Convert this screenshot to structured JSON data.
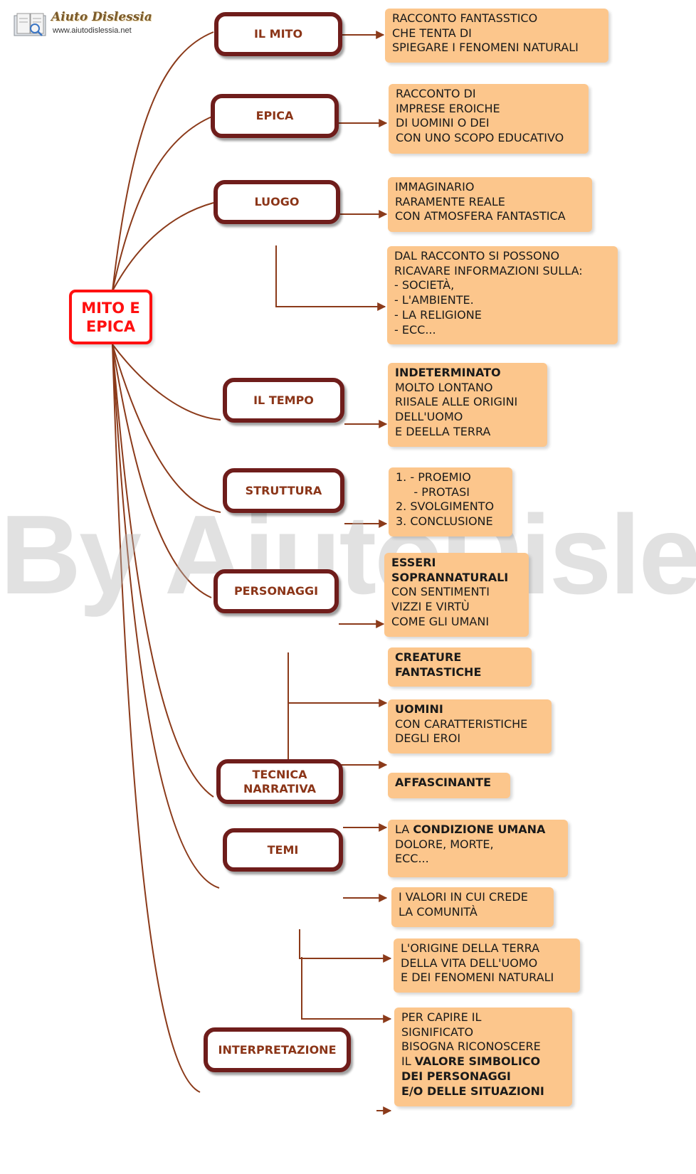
{
  "logo": {
    "title": "Aiuto Dislessia",
    "url": "www.aiutodislessia.net",
    "icon": "book-icon"
  },
  "watermark": "By AiutoDislessia.net",
  "colors": {
    "root": "#ff1010",
    "category_border": "#6f1d1b",
    "category_text": "#8b3518",
    "note_fill": "#fcc68c",
    "connector": "#8b3a1a"
  },
  "root": {
    "line1": "MITO E",
    "line2": "EPICA"
  },
  "categories": [
    {
      "label": "IL MITO"
    },
    {
      "label": "EPICA"
    },
    {
      "label": "LUOGO"
    },
    {
      "label": "IL TEMPO"
    },
    {
      "label": "STRUTTURA"
    },
    {
      "label": "PERSONAGGI"
    },
    {
      "line1": "TECNICA",
      "line2": "NARRATIVA"
    },
    {
      "label": "TEMI"
    },
    {
      "label": "INTERPRETAZIONE"
    }
  ],
  "notes": {
    "mito": [
      "RACCONTO FANTASSTICO",
      "CHE TENTA DI",
      "SPIEGARE I FENOMENI NATURALI"
    ],
    "epica": [
      "RACCONTO DI",
      "IMPRESE EROICHE",
      "DI UOMINI O DEI",
      "CON UNO SCOPO EDUCATIVO"
    ],
    "luogo_1": [
      "IMMAGINARIO",
      "RARAMENTE REALE",
      "CON ATMOSFERA FANTASTICA"
    ],
    "luogo_2": [
      "DAL RACCONTO SI POSSONO",
      "RICAVARE INFORMAZIONI SULLA:",
      "- SOCIETÀ,",
      "- L'AMBIENTE.",
      "- LA RELIGIONE",
      "- ECC..."
    ],
    "tempo": {
      "bold": "INDETERMINATO",
      "lines": [
        "MOLTO LONTANO",
        "RIISALE ALLE ORIGINI",
        "DELL'UOMO",
        "E DEELLA TERRA"
      ]
    },
    "struttura": [
      "1. - PROEMIO",
      "     - PROTASI",
      "2. SVOLGIMENTO",
      "3. CONCLUSIONE"
    ],
    "personaggi_1": {
      "bold": [
        "ESSERI",
        "SOPRANNATURALI"
      ],
      "lines": [
        "CON SENTIMENTI",
        "VIZZI E VIRTÙ",
        "COME GLI UMANI"
      ]
    },
    "personaggi_2": {
      "bold": [
        "CREATURE",
        "FANTASTICHE"
      ]
    },
    "personaggi_3": {
      "bold": "UOMINI",
      "lines": [
        "CON CARATTERISTICHE",
        "DEGLI EROI"
      ]
    },
    "tecnica": {
      "bold": "AFFASCINANTE"
    },
    "temi_1": {
      "prefix": "LA ",
      "bold": "CONDIZIONE UMANA",
      "lines": [
        "DOLORE, MORTE,",
        "ECC..."
      ]
    },
    "temi_2": [
      "I VALORI IN CUI CREDE",
      "LA COMUNITÀ"
    ],
    "temi_3": [
      "L'ORIGINE DELLA TERRA",
      "DELLA VITA DELL'UOMO",
      "E DEI FENOMENI NATURALI"
    ],
    "interpretazione": {
      "lines": [
        "PER CAPIRE IL",
        "SIGNIFICATO",
        "BISOGNA RICONOSCERE"
      ],
      "prefix": "IL ",
      "bold": [
        "VALORE SIMBOLICO",
        "DEI PERSONAGGI",
        "E/O DELLE SITUAZIONI"
      ]
    }
  }
}
